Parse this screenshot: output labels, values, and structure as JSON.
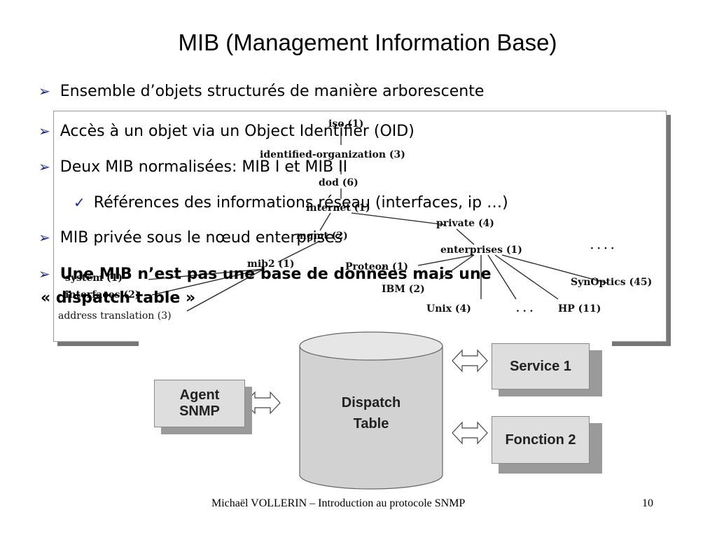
{
  "title": "MIB (Management Information Base)",
  "bullets": {
    "b1": "Ensemble d’objets structurés de manière arborescente",
    "b2": "Accès à un objet via un Object Identifier (OID)",
    "b3": "Deux MIB normalisées: MIB I et MIB II",
    "b3_sub": "Références des informations réseau (interfaces, ip …)",
    "b4": "MIB privée sous le nœud enterprises",
    "b5_line1": "Une MIB n’est pas une base de données mais une",
    "b5_line2": "« dispatch table »"
  },
  "mib_tree": {
    "iso": "iso (1)",
    "identified": "identified-organization (3)",
    "dod": "dod (6)",
    "internet": "internet (1)",
    "mgmt": "mgmt (2)",
    "private": "private (4)",
    "enterprises": "enterprises (1)",
    "mib2": "mib2 (1)",
    "proteon": "Proteon (1)",
    "ibm": "IBM (2)",
    "unix": "Unix (4)",
    "hp": "HP (11)",
    "synoptics": "SynOptics (45)",
    "system": "system (1)",
    "interfaces": "interfaces (2)",
    "address": "address translation (3)",
    "dots": "· · · ·",
    "dots2": ". . ."
  },
  "dispatch": {
    "agent": "Agent SNMP",
    "table": "Dispatch Table",
    "service": "Service 1",
    "fonction": "Fonction 2"
  },
  "footer": {
    "author": "Michaël VOLLERIN – Introduction au protocole SNMP",
    "page": "10"
  },
  "colors": {
    "bullet_arrow": "#1b2a8a",
    "diagram_fill": "#dedede"
  }
}
